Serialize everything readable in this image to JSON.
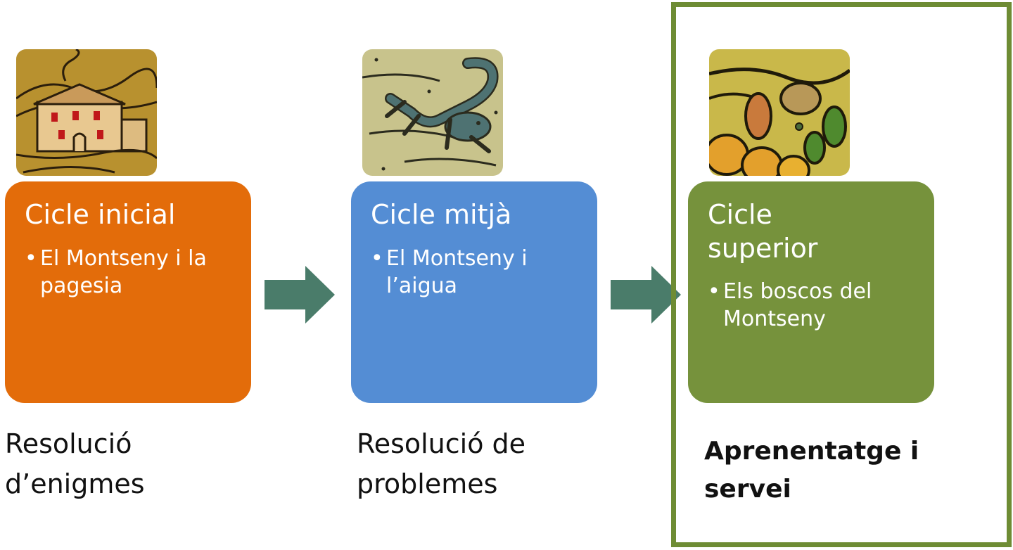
{
  "stages": [
    {
      "title": "Cicle inicial",
      "item": "El Montseny i la pagesia",
      "caption_line1": "Resolució",
      "caption_line2": "d’enigmes",
      "color": "#e36c0a",
      "icon": "farmhouse-illustration"
    },
    {
      "title": "Cicle mitjà",
      "item": "El Montseny i l’aigua",
      "caption_line1": "Resolució de",
      "caption_line2": "problemes",
      "color": "#548dd4",
      "icon": "salamander-illustration"
    },
    {
      "title": "Cicle superior",
      "item": "Els boscos del Montseny",
      "caption_line1": "Aprenentatge i servei",
      "caption_line2": "",
      "color": "#76923c",
      "icon": "forest-illustration"
    }
  ],
  "colors": {
    "arrow": "#4a7c6a",
    "highlight_frame": "#6e8c34"
  }
}
